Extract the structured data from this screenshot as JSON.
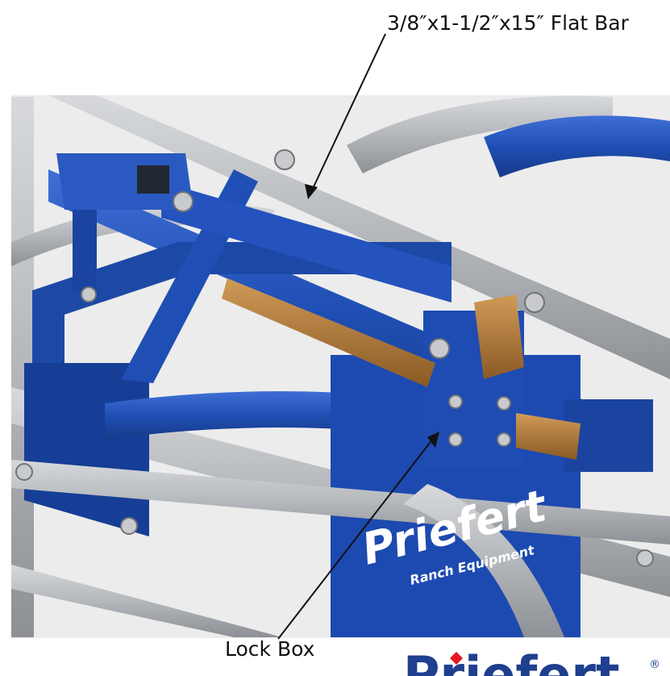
{
  "labels": {
    "flat_bar": "3/8″x1-1/2″x15″ Flat Bar",
    "lock_box": "Lock Box"
  },
  "decal": {
    "brand": "Priefert",
    "tagline": "Ranch Equipment"
  },
  "logo": {
    "brand": "Priefert",
    "registered": "®"
  },
  "colors": {
    "frame_blue": "#1f4fb4",
    "frame_gray": "#b9bcc0",
    "flat_bar_bronze": "#b07a3a",
    "logo_blue": "#1f3f8f",
    "logo_red": "#e21b23"
  }
}
